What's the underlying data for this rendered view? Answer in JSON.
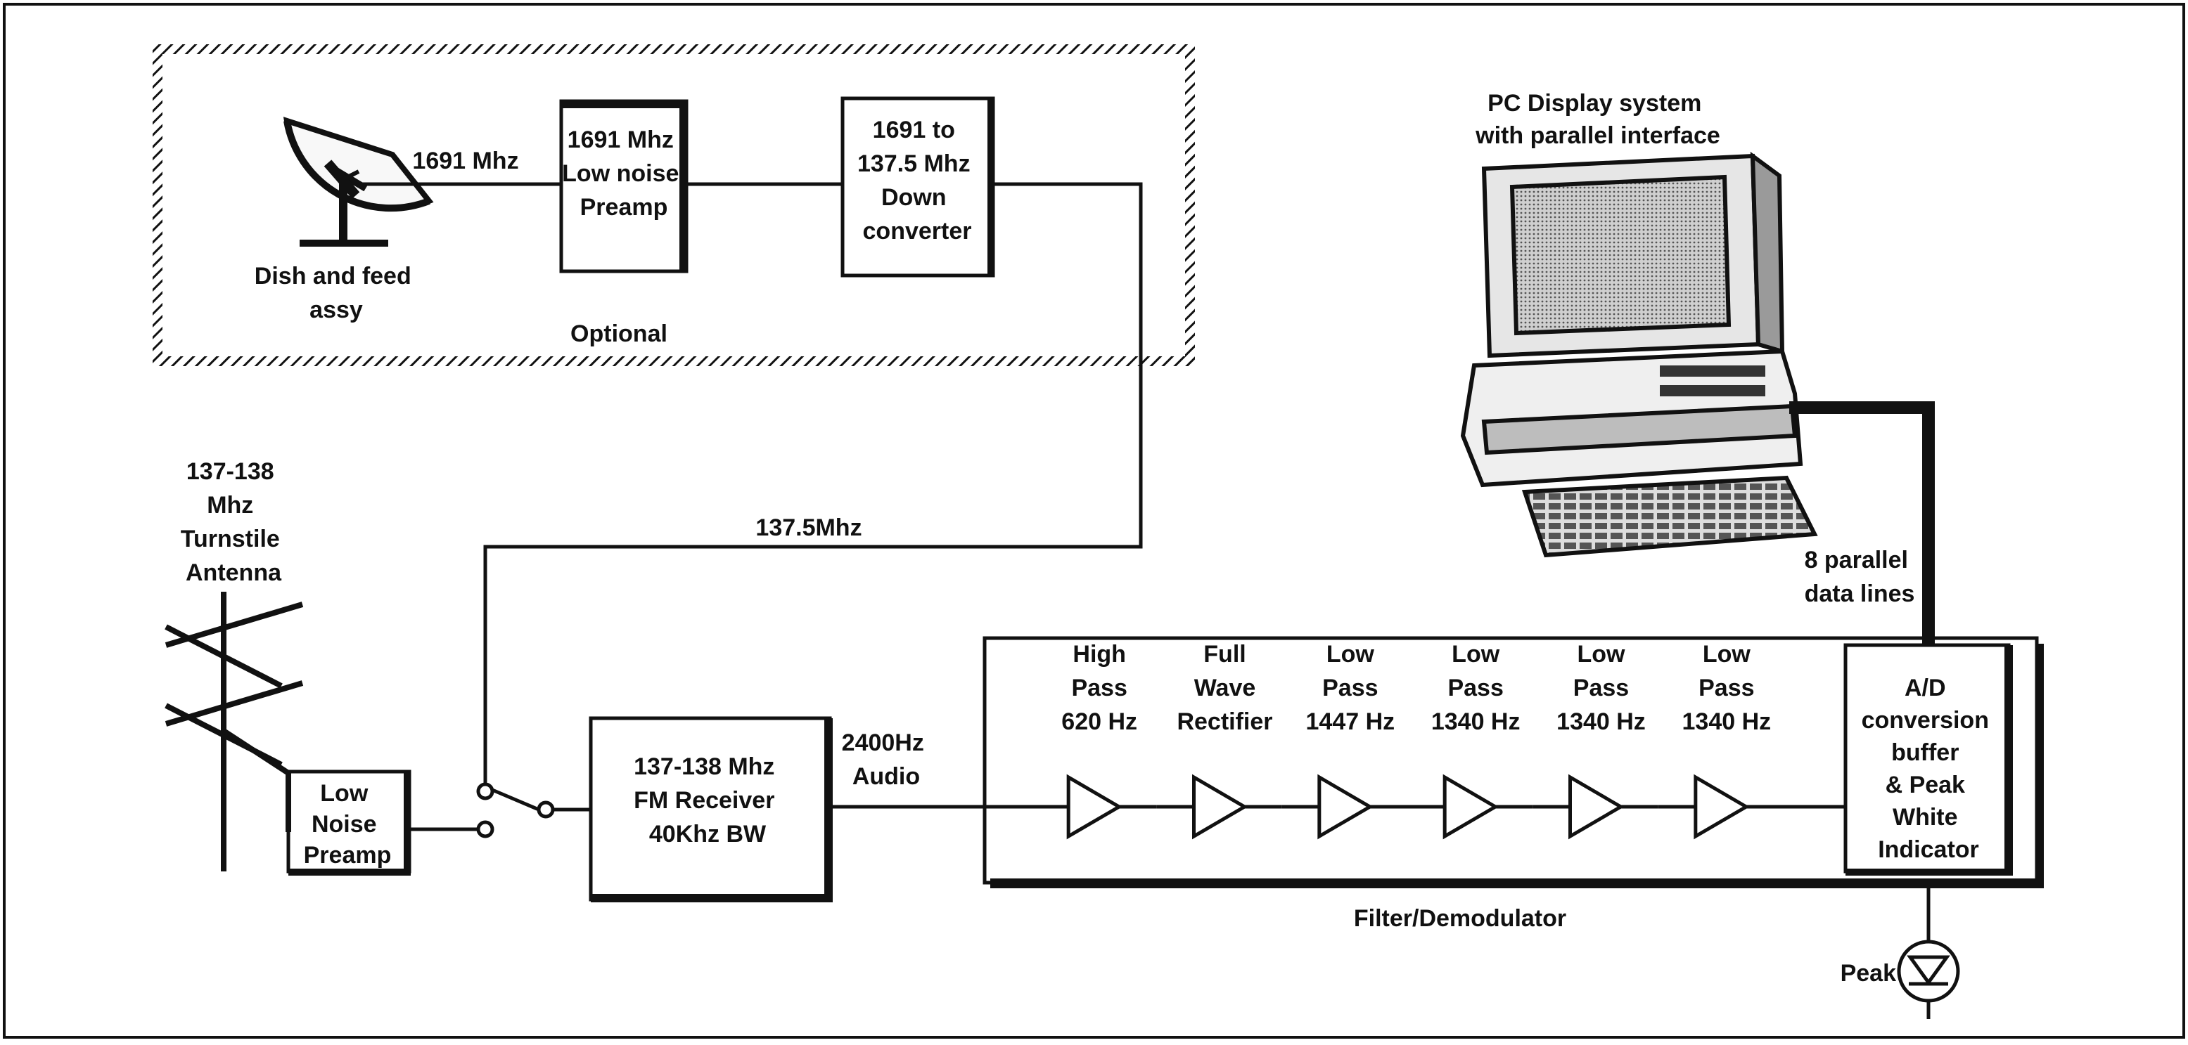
{
  "colors": {
    "ink": "#111111",
    "paper": "#ffffff",
    "panel": "#f2f2f2"
  },
  "dish": {
    "label_line1": "Dish and feed",
    "label_line2": "assy",
    "freq": "1691 Mhz"
  },
  "preamp_1691": {
    "line1": "1691 Mhz",
    "line2": "Low noise",
    "line3": "Preamp"
  },
  "downconverter": {
    "line1": "1691  to",
    "line2": "137.5 Mhz",
    "line3": "Down",
    "line4": "converter"
  },
  "optional_label": "Optional",
  "if_freq": "137.5Mhz",
  "turnstile": {
    "line1": "137-138",
    "line2": "Mhz",
    "line3": "Turnstile",
    "line4": "Antenna"
  },
  "lna": {
    "line1": "Low",
    "line2": "Noise",
    "line3": "Preamp"
  },
  "receiver": {
    "line1": "137-138 Mhz",
    "line2": "FM Receiver",
    "line3": "40Khz BW"
  },
  "audio": {
    "line1": "2400Hz",
    "line2": "Audio"
  },
  "filter_stages": [
    {
      "line1": "High",
      "line2": "Pass",
      "line3": "620 Hz"
    },
    {
      "line1": "Full",
      "line2": "Wave",
      "line3": "Rectifier"
    },
    {
      "line1": "Low",
      "line2": "Pass",
      "line3": "1447 Hz"
    },
    {
      "line1": "Low",
      "line2": "Pass",
      "line3": "1340 Hz"
    },
    {
      "line1": "Low",
      "line2": "Pass",
      "line3": "1340 Hz"
    },
    {
      "line1": "Low",
      "line2": "Pass",
      "line3": "1340 Hz"
    }
  ],
  "filter_label": "Filter/Demodulator",
  "adc": {
    "line1": "A/D",
    "line2": "conversion",
    "line3": "buffer",
    "line4": "& Peak",
    "line5": "White",
    "line6": "Indicator"
  },
  "pc": {
    "line1": "PC Display system",
    "line2": "with parallel interface"
  },
  "data_lines": {
    "line1": "8 parallel",
    "line2": "data lines"
  },
  "peak_label": "Peak"
}
